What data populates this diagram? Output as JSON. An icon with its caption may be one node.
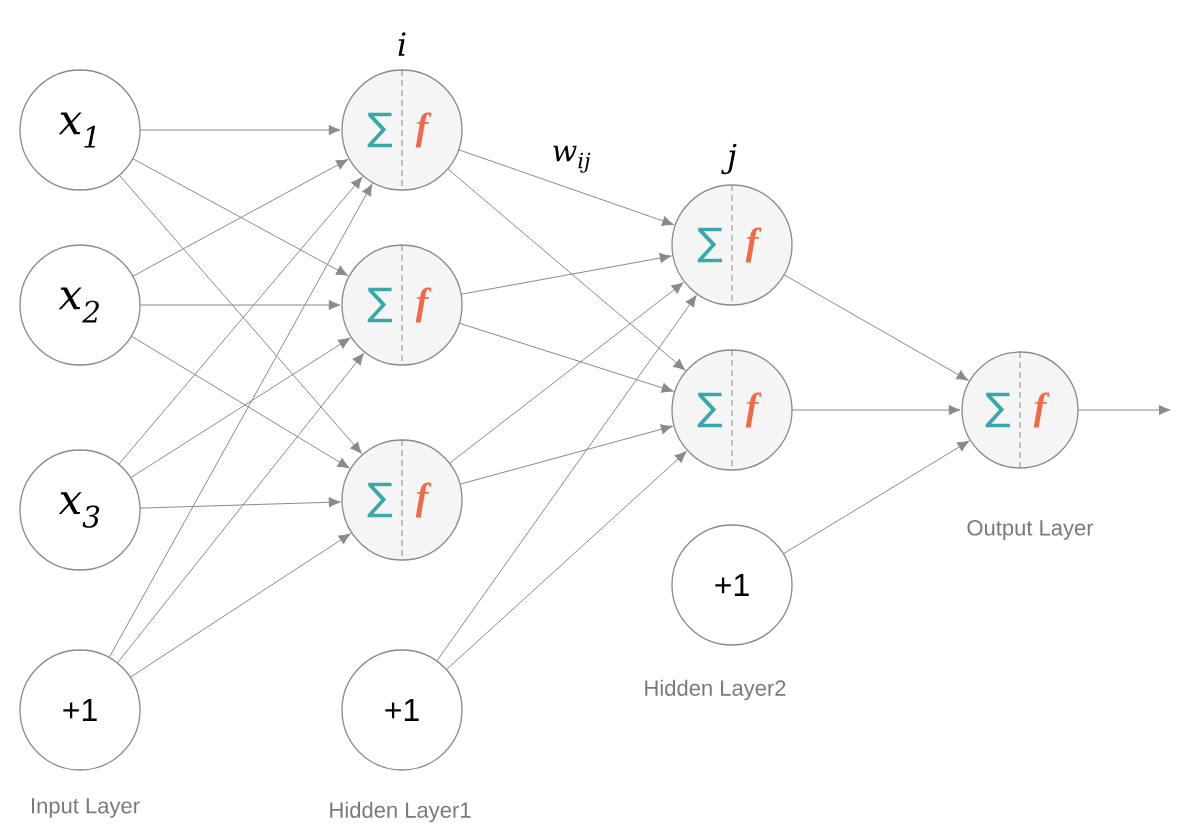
{
  "diagram": {
    "nodes": [
      {
        "text": [
          "x$_{1}$"
        ]
      },
      {
        "text": [
          "x$_{2}$"
        ]
      },
      {
        "text": [
          "x$_{3}$"
        ]
      },
      {
        "text": [
          "+1"
        ]
      },
      {
        "text": [
          "∑",
          "f"
        ],
        "beside": [
          "i"
        ]
      },
      {
        "text": [
          "∑",
          "f"
        ]
      },
      {
        "text": [
          "∑",
          "f"
        ]
      },
      {
        "text": [
          "+1"
        ]
      },
      {
        "text": [
          "∑",
          "f"
        ],
        "beside": [
          "j"
        ]
      },
      {
        "text": [
          "∑",
          "f"
        ]
      },
      {
        "text": [
          "+1"
        ]
      },
      {
        "text": [
          "∑",
          "f"
        ]
      }
    ],
    "edges": [
      {
        "from": 0,
        "to": 4,
        "arrow": "to"
      },
      {
        "from": 0,
        "to": 5,
        "arrow": "to"
      },
      {
        "from": 0,
        "to": 6,
        "arrow": "to"
      },
      {
        "from": 1,
        "to": 4,
        "arrow": "to"
      },
      {
        "from": 1,
        "to": 5,
        "arrow": "to"
      },
      {
        "from": 1,
        "to": 6,
        "arrow": "to"
      },
      {
        "from": 2,
        "to": 4,
        "arrow": "to"
      },
      {
        "from": 2,
        "to": 5,
        "arrow": "to"
      },
      {
        "from": 2,
        "to": 6,
        "arrow": "to"
      },
      {
        "from": 3,
        "to": 4,
        "arrow": "to"
      },
      {
        "from": 3,
        "to": 5,
        "arrow": "to"
      },
      {
        "from": 3,
        "to": 6,
        "arrow": "to"
      },
      {
        "from": 4,
        "to": 8,
        "arrow": "to",
        "label": "w$_{ij}$"
      },
      {
        "from": 4,
        "to": 9,
        "arrow": "to"
      },
      {
        "from": 5,
        "to": 8,
        "arrow": "to"
      },
      {
        "from": 5,
        "to": 9,
        "arrow": "to"
      },
      {
        "from": 6,
        "to": 8,
        "arrow": "to"
      },
      {
        "from": 6,
        "to": 9,
        "arrow": "to"
      },
      {
        "from": 7,
        "to": 8,
        "arrow": "to"
      },
      {
        "from": 7,
        "to": 9,
        "arrow": "to"
      },
      {
        "from": 8,
        "to": 11,
        "arrow": "to"
      },
      {
        "from": 9,
        "to": 11,
        "arrow": "to"
      },
      {
        "from": 10,
        "to": 11,
        "arrow": "to"
      },
      {
        "from": 11,
        "to": null,
        "arrow": "to"
      }
    ],
    "labels": [
      "Input Layer",
      "Hidden Layer1",
      "Hidden Layer2",
      "Output Layer"
    ]
  }
}
